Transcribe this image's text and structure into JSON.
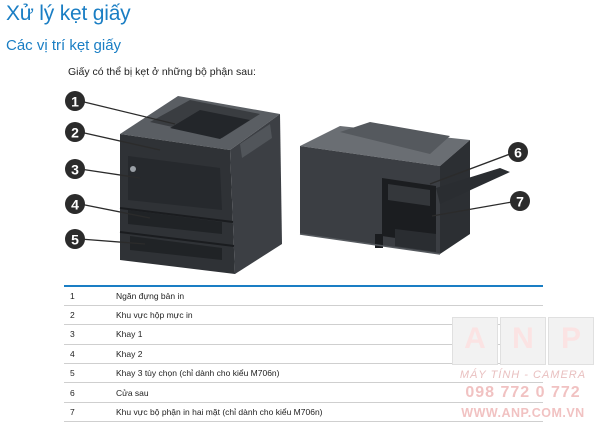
{
  "heading": "Xử lý kẹt giấy",
  "subheading": "Các vị trí kẹt giấy",
  "intro": "Giấy có thể bị kẹt ở những bộ phận sau:",
  "callouts": [
    "1",
    "2",
    "3",
    "4",
    "5",
    "6",
    "7"
  ],
  "legend": [
    {
      "num": "1",
      "text": "Ngăn đựng bản in"
    },
    {
      "num": "2",
      "text": "Khu vực hộp mực in"
    },
    {
      "num": "3",
      "text": "Khay 1"
    },
    {
      "num": "4",
      "text": "Khay 2"
    },
    {
      "num": "5",
      "text": "Khay 3 tùy chọn (chỉ dành cho kiểu M706n)"
    },
    {
      "num": "6",
      "text": "Cửa sau"
    },
    {
      "num": "7",
      "text": "Khu vực bộ phận in hai mặt (chỉ dành cho kiểu M706n)"
    }
  ],
  "watermark": {
    "letters": [
      "A",
      "N",
      "P"
    ],
    "line1": "MÁY TÍNH - CAMERA",
    "line2": "098 772 0 772",
    "line3": "WWW.ANP.COM.VN"
  },
  "colors": {
    "accent": "#1a7ec4",
    "callout": "#2b2b2b",
    "watermark_red": "#e03a3a"
  }
}
